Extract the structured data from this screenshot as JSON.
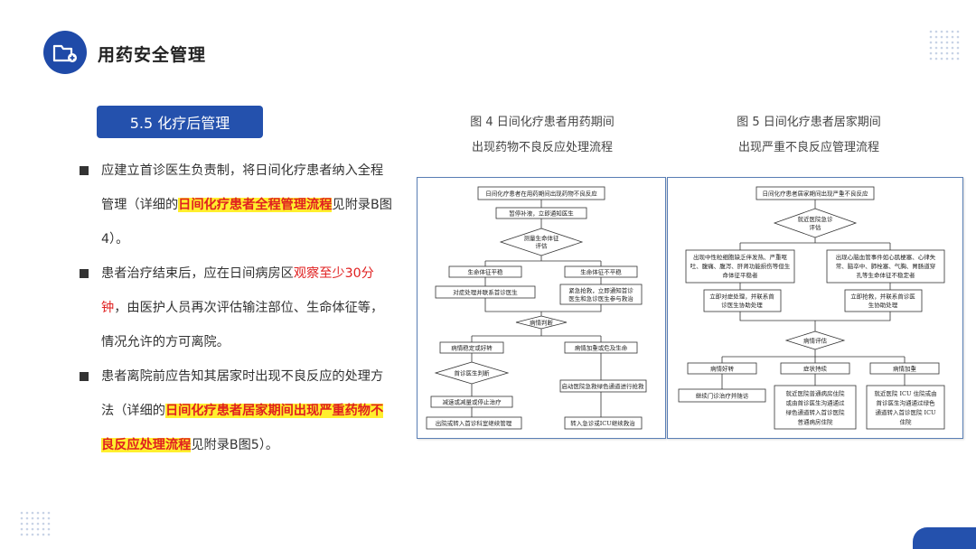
{
  "header": {
    "title": "用药安全管理",
    "icon": "folder-add-icon"
  },
  "section": {
    "badge": "5.5  化疗后管理"
  },
  "bullets": [
    {
      "pre": "应建立首诊医生负责制，将日间化疗患者纳入全程管理（详细的",
      "highlight": "日间化疗患者全程管理流程",
      "post": "见附录B图4）。"
    },
    {
      "pre": "患者治疗结束后，应在日间病房区",
      "red": "观察至少30分钟",
      "post": "，由医护人员再次评估输注部位、生命体征等，情况允许的方可离院。"
    },
    {
      "pre": "患者离院前应告知其居家时出现不良反应的处理方法（详细的",
      "highlight": "日间化疗患者居家期间出现严重药物不良反应处理流程",
      "post": "见附录B图5）。"
    }
  ],
  "figure4": {
    "caption_line1": "图 4 日间化疗患者用药期间",
    "caption_line2": "出现药物不良反应处理流程",
    "nodes": {
      "n1": "日间化疗患者在用药期间出现药物不良反应",
      "n2": "暂停补液，立即通知医生",
      "n3a": "测量生命体征",
      "n3b": "评估",
      "n4": "生命体征平稳",
      "n5": "生命体征不平稳",
      "n6": "对症处理并联系首诊医生",
      "n7a": "紧急抢救，立即通知首诊",
      "n7b": "医生和急诊医生参与救治",
      "n8": "病情判断",
      "n9": "病情稳定或好转",
      "n10": "病情加重或危及生命",
      "n11": "首诊医生判断",
      "n12": "启动医院急救绿色通道进行抢救",
      "n13": "减速或减量或停止治疗",
      "n14": "出院或转入首诊科室继续管理",
      "n15": "转入急诊或ICU继续救治"
    }
  },
  "figure5": {
    "caption_line1": "图 5 日间化疗患者居家期间",
    "caption_line2": "出现严重不良反应管理流程",
    "nodes": {
      "m1": "日间化疗患者居家期间出现严重不良反应",
      "m2a": "就近医院急诊",
      "m2b": "评估",
      "m3a": "出现中性粒细胞缺乏伴发热、严重呕",
      "m3b": "吐、腹痛、腹泻、肝肾功能损伤等但生",
      "m3c": "命体征平稳者",
      "m4a": "出现心脑血管事件如心肌梗塞、心律失",
      "m4b": "常、脑卒中、肺栓塞、气胸、胃肠道穿",
      "m4c": "孔等生命体征不稳定者",
      "m5a": "立即对症处理，并联系首",
      "m5b": "诊医生协助处理",
      "m6a": "立即抢救，并联系首诊医",
      "m6b": "生协助处理",
      "m7": "病情评估",
      "m8": "病情好转",
      "m9": "症状持续",
      "m10": "病情加重",
      "m11": "继续门诊治疗并随访",
      "m12a": "就近医院普通病房住院",
      "m12b": "或由首诊医生沟通通过",
      "m12c": "绿色通道转入首诊医院",
      "m12d": "普通病房住院",
      "m13a": "就近医院 ICU 住院或由",
      "m13b": "首诊医生沟通通过绿色",
      "m13c": "通道转入首诊医院 ICU",
      "m13d": "住院"
    }
  },
  "colors": {
    "accent": "#2451ad",
    "highlight": "#ffef2e",
    "emphasis": "#e02020"
  }
}
